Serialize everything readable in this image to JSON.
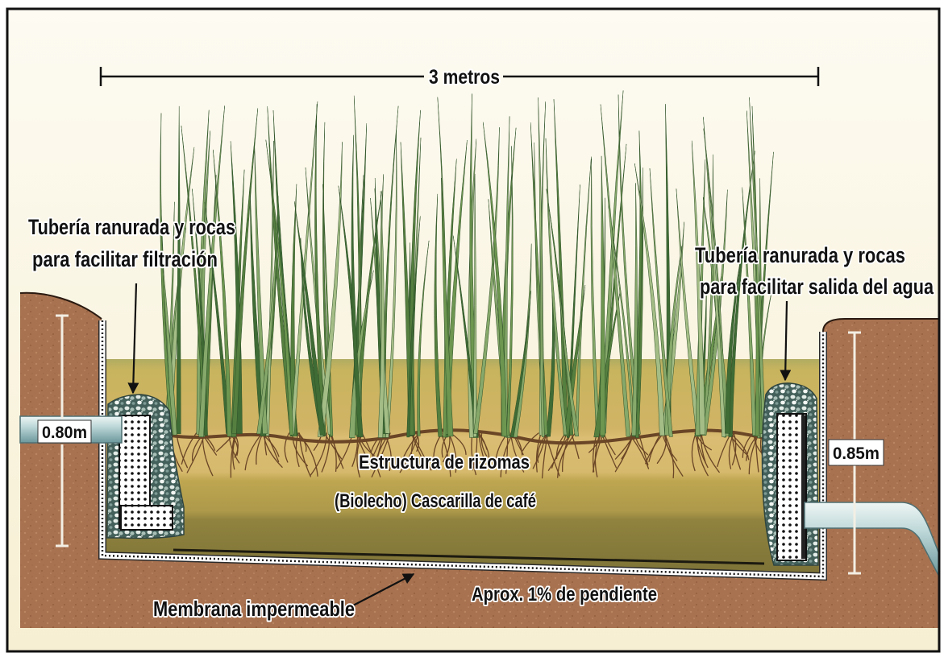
{
  "title_dimension": "3 metros",
  "inlet": {
    "label_line1": "Tubería ranurada y rocas",
    "label_line2": "para facilitar filtración",
    "depth": "0.80m"
  },
  "outlet": {
    "label_line1": "Tubería ranurada y rocas",
    "label_line2": "para facilitar salida del agua",
    "depth": "0.85m"
  },
  "layers": {
    "rhizomes": "Estructura de rizomas",
    "biobed": "(Biolecho) Cascarilla de café"
  },
  "membrane": "Membrana impermeable",
  "slope": "Aprox. 1% de pendiente",
  "colors": {
    "background": "#fcf8e4",
    "soil": "#a87250",
    "roots": "#6a4526",
    "reeds": [
      "#3f6b35",
      "#557f3f",
      "#6d9650",
      "#86a86a",
      "#a4bd86"
    ]
  }
}
